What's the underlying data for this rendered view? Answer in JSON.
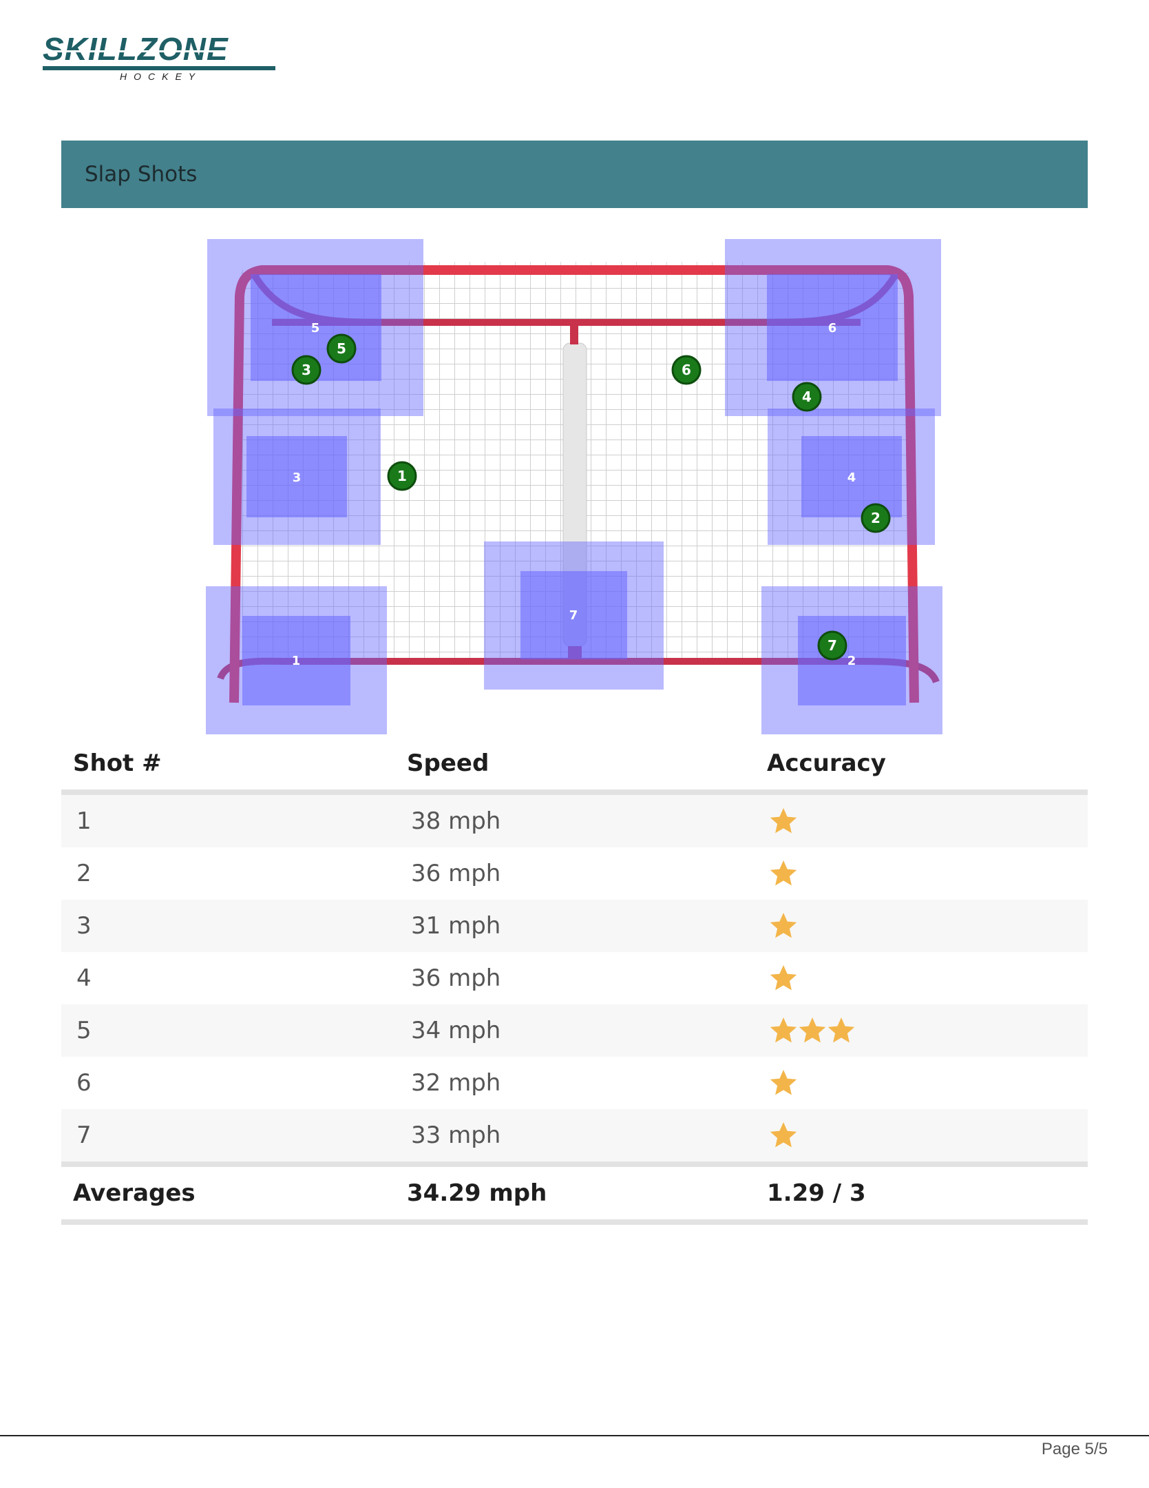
{
  "logo": {
    "text": "SKILLZONE",
    "subtext": "HOCKEY"
  },
  "section": {
    "title": "Slap Shots"
  },
  "goal": {
    "zones": [
      {
        "id": 1,
        "label": "1"
      },
      {
        "id": 2,
        "label": "2"
      },
      {
        "id": 3,
        "label": "3"
      },
      {
        "id": 4,
        "label": "4"
      },
      {
        "id": 5,
        "label": "5"
      },
      {
        "id": 6,
        "label": "6"
      },
      {
        "id": 7,
        "label": "7"
      }
    ],
    "shot_markers": [
      "1",
      "2",
      "3",
      "4",
      "5",
      "6",
      "7"
    ],
    "colors": {
      "zone": "#6666ff",
      "post": "#e23a4a",
      "marker": "#1a7a1a"
    }
  },
  "table": {
    "headers": {
      "shot": "Shot #",
      "speed": "Speed",
      "accuracy": "Accuracy"
    },
    "rows": [
      {
        "shot": "1",
        "speed": "38 mph",
        "stars": 1
      },
      {
        "shot": "2",
        "speed": "36 mph",
        "stars": 1
      },
      {
        "shot": "3",
        "speed": "31 mph",
        "stars": 1
      },
      {
        "shot": "4",
        "speed": "36 mph",
        "stars": 1
      },
      {
        "shot": "5",
        "speed": "34 mph",
        "stars": 3
      },
      {
        "shot": "6",
        "speed": "32 mph",
        "stars": 1
      },
      {
        "shot": "7",
        "speed": "33 mph",
        "stars": 1
      }
    ],
    "averages": {
      "label": "Averages",
      "speed": "34.29 mph",
      "accuracy": "1.29 / 3"
    },
    "star_color": "#f3b54a"
  },
  "footer": {
    "page": "Page 5/5"
  }
}
